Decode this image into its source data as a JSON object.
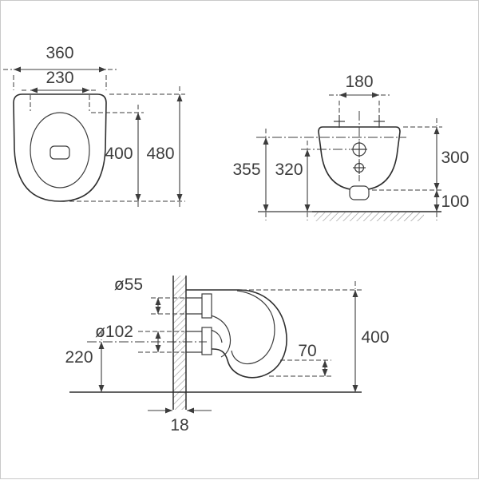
{
  "colors": {
    "line": "#3c3c3c",
    "hatch": "#9a9a9a",
    "background": "#ffffff"
  },
  "drawing": {
    "top_view": {
      "width_outer": "360",
      "width_seat": "230",
      "depth_seat": "400",
      "depth_total": "480"
    },
    "front_view": {
      "bolt_spacing": "180",
      "height_supply": "355",
      "height_drain": "320",
      "bowl_height": "300",
      "clearance_below": "100"
    },
    "side_view": {
      "flush_inlet_diameter": "ø55",
      "outlet_diameter": "ø102",
      "outlet_center_height": "220",
      "bowl_clearance": "70",
      "overall_height": "400",
      "wall_thickness": "18"
    }
  }
}
